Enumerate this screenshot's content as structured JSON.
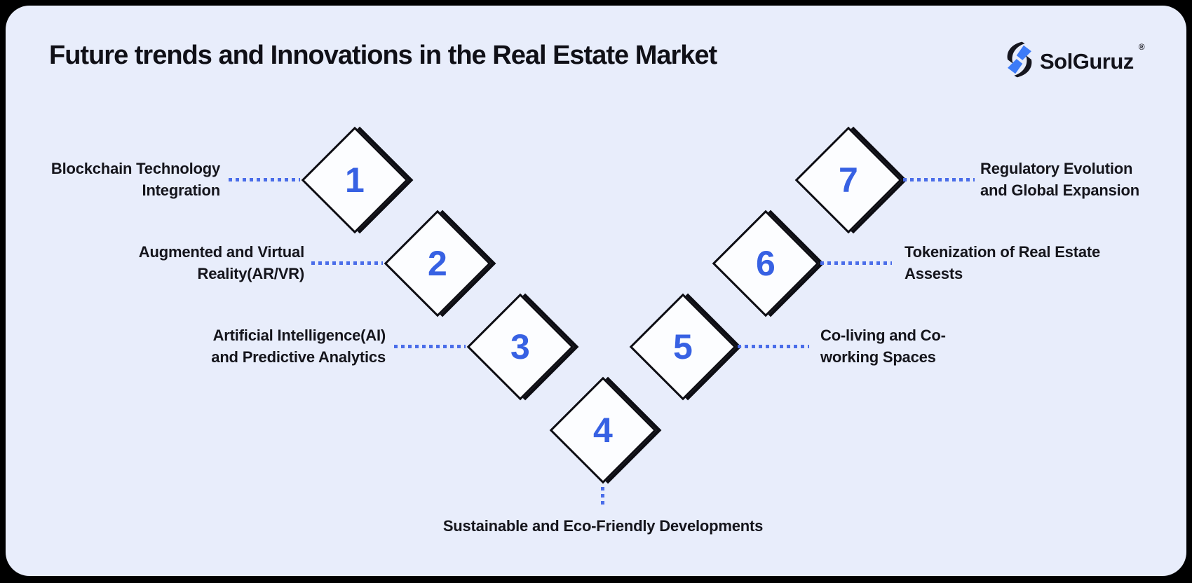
{
  "header": {
    "title": "Future trends and Innovations in the Real Estate Market",
    "logo": {
      "name": "SolGuruz",
      "registered_mark": "®"
    }
  },
  "diagram": {
    "items": [
      {
        "number": "1",
        "line1": "Blockchain Technology",
        "line2": "Integration",
        "side": "left"
      },
      {
        "number": "2",
        "line1": "Augmented and Virtual",
        "line2": "Reality(AR/VR)",
        "side": "left"
      },
      {
        "number": "3",
        "line1": "Artificial Intelligence(AI)",
        "line2": "and Predictive Analytics",
        "side": "left"
      },
      {
        "number": "4",
        "line1": "Sustainable and Eco-Friendly Developments",
        "line2": "",
        "side": "bottom"
      },
      {
        "number": "5",
        "line1": "Co-living and Co-",
        "line2": "working Spaces",
        "side": "right"
      },
      {
        "number": "6",
        "line1": "Tokenization of Real Estate",
        "line2": "Assests",
        "side": "right"
      },
      {
        "number": "7",
        "line1": "Regulatory Evolution",
        "line2": "and Global Expansion",
        "side": "right"
      }
    ]
  },
  "colors": {
    "canvas_frame": "#000000",
    "card_background": "#e8edfb",
    "diamond_fill": "#fcfdff",
    "diamond_border": "#0d0d13",
    "number_blue": "#3761e3",
    "connector_blue": "#4a6de9",
    "text_dark": "#15151c",
    "logo_blue": "#3d7bf7",
    "logo_black": "#16161e"
  }
}
